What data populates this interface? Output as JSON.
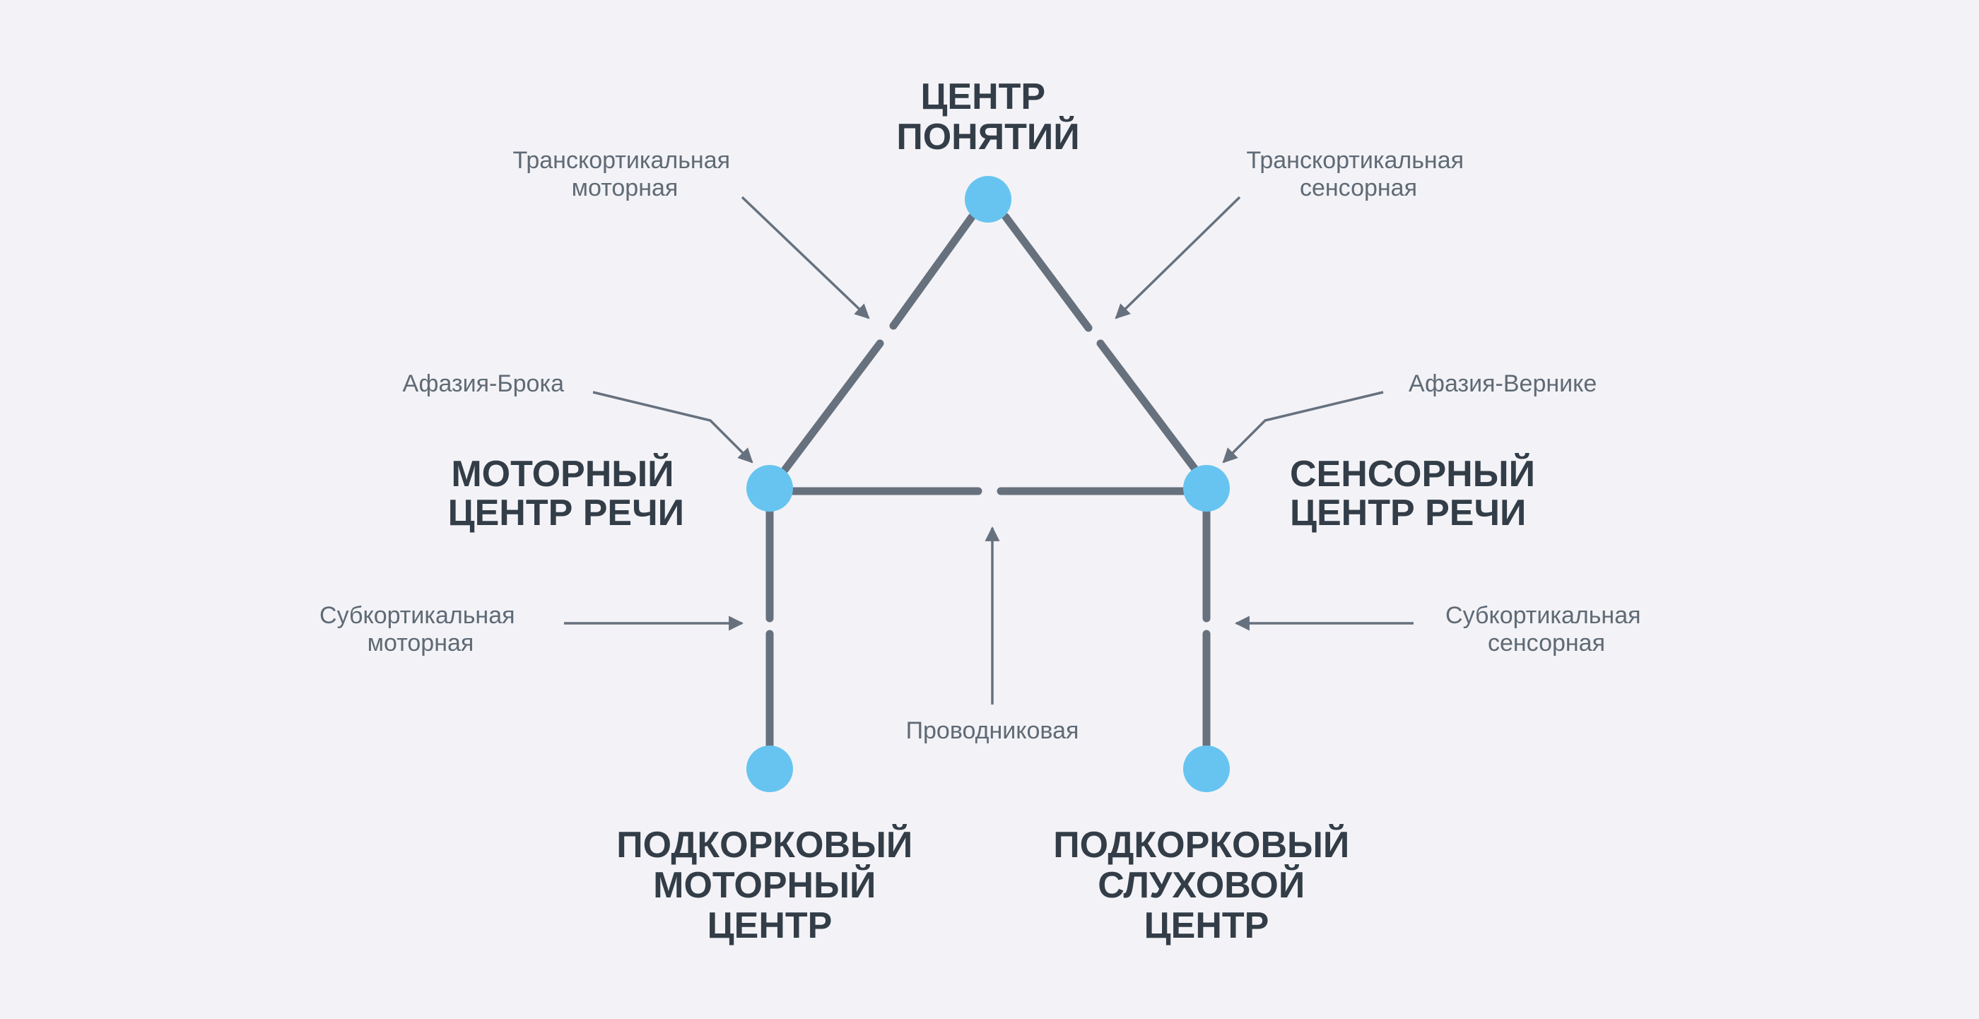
{
  "nodes": {
    "concepts": [
      "ЦЕНТР",
      "ПОНЯТИЙ"
    ],
    "motor_speech": [
      "МОТОРНЫЙ",
      "ЦЕНТР РЕЧИ"
    ],
    "sensory_speech": [
      "СЕНСОРНЫЙ",
      "ЦЕНТР РЕЧИ"
    ],
    "subcortical_motor": [
      "ПОДКОРКОВЫЙ",
      "МОТОРНЫЙ",
      "ЦЕНТР"
    ],
    "subcortical_auditory": [
      "ПОДКОРКОВЫЙ",
      "СЛУХОВОЙ",
      "ЦЕНТР"
    ]
  },
  "aphasias": {
    "transcortical_motor": [
      "Транскортикальная",
      "моторная"
    ],
    "transcortical_sensory": [
      "Транскортикальная",
      "сенсорная"
    ],
    "broca": "Афазия-Брока",
    "wernicke": "Афазия-Вернике",
    "subcortical_motor": [
      "Субкортикальная",
      "моторная"
    ],
    "subcortical_sensory": [
      "Субкортикальная",
      "сенсорная"
    ],
    "conduction": "Проводниковая"
  },
  "colors": {
    "background": "#f3f3f7",
    "node": "#67c4f0",
    "line": "#67717e",
    "title": "#333d48",
    "label": "#5f6a75"
  }
}
